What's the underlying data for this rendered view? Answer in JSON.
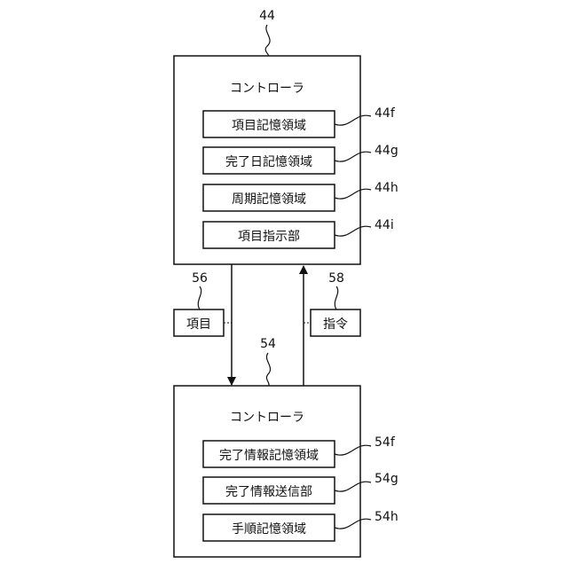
{
  "upper_block": {
    "ref": "44",
    "title": "コントローラ",
    "items": [
      {
        "label": "項目記憶領域",
        "ref": "44f"
      },
      {
        "label": "完了日記憶領域",
        "ref": "44g"
      },
      {
        "label": "周期記憶領域",
        "ref": "44h"
      },
      {
        "label": "項目指示部",
        "ref": "44i"
      }
    ]
  },
  "lower_block": {
    "ref": "54",
    "title": "コントローラ",
    "items": [
      {
        "label": "完了情報記憶領域",
        "ref": "54f"
      },
      {
        "label": "完了情報送信部",
        "ref": "54g"
      },
      {
        "label": "手順記憶領域",
        "ref": "54h"
      }
    ]
  },
  "signals": {
    "down": {
      "label": "項目",
      "ref": "56"
    },
    "up": {
      "label": "指令",
      "ref": "58"
    }
  }
}
